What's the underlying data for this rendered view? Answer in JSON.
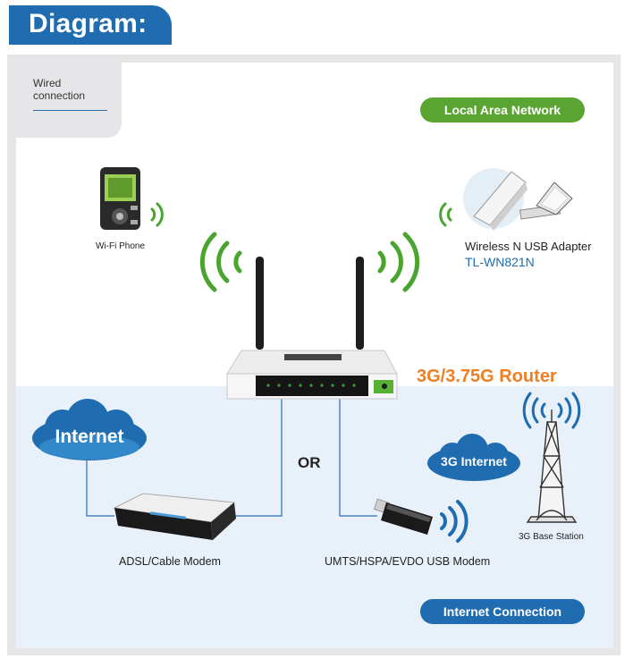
{
  "header": {
    "title": "Diagram:"
  },
  "wired": {
    "label": "Wired connection"
  },
  "lan_pill": {
    "label": "Local Area Network"
  },
  "internet_pill": {
    "label": "Internet Connection"
  },
  "devices": {
    "wifi_phone": "Wi-Fi Phone",
    "usb_adapter": "Wireless N USB Adapter",
    "usb_adapter_model": "TL-WN821N",
    "router": "3G/3.75G Router",
    "modem": "ADSL/Cable Modem",
    "usb_modem": "UMTS/HSPA/EVDO USB Modem",
    "base_station": "3G Base Station"
  },
  "clouds": {
    "internet": "Internet",
    "3g_internet": "3G Internet"
  },
  "separator": "OR",
  "colors": {
    "blue": "#1f6cb0",
    "green": "#5aa532",
    "orange": "#f07f22",
    "light_blue_bg": "#e8f1f9",
    "frame_gray": "#e6e6e8"
  }
}
